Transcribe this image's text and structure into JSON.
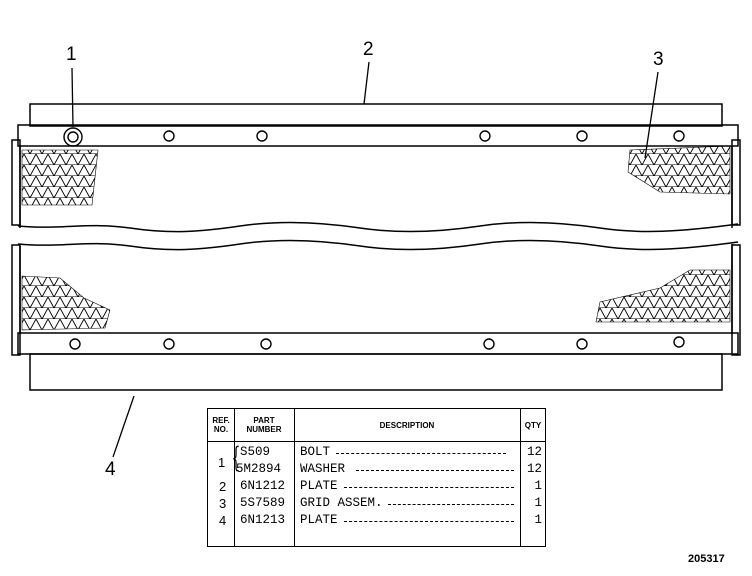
{
  "callouts": [
    "1",
    "2",
    "3",
    "4"
  ],
  "table": {
    "headers": {
      "ref_no": "REF. NO.",
      "part_number": "PART NUMBER",
      "description": "DESCRIPTION",
      "qty": "QTY"
    },
    "group_ref": "1",
    "rows": [
      {
        "ref": "",
        "part": "S509",
        "description": "BOLT",
        "qty": "12"
      },
      {
        "ref": "",
        "part": "5M2894",
        "description": "WASHER",
        "qty": "12"
      },
      {
        "ref": "2",
        "part": "6N1212",
        "description": "PLATE",
        "qty": "1"
      },
      {
        "ref": "3",
        "part": "5S7589",
        "description": "GRID ASSEM.",
        "qty": "1"
      },
      {
        "ref": "4",
        "part": "6N1213",
        "description": "PLATE",
        "qty": "1"
      }
    ]
  },
  "drawing_number": "205317"
}
